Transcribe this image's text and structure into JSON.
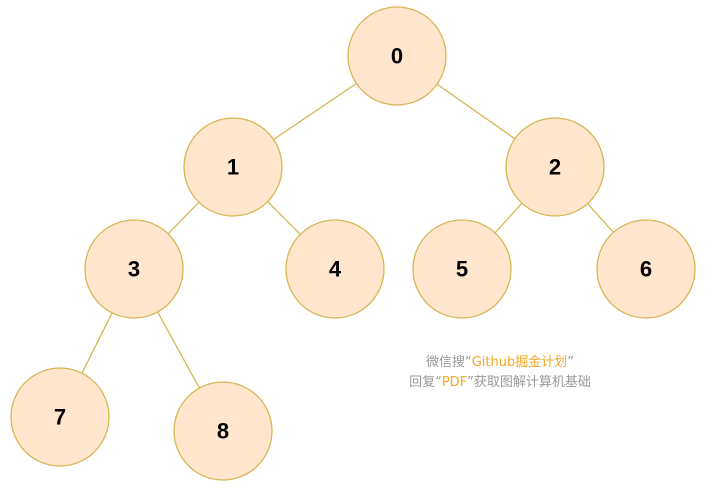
{
  "tree": {
    "nodes": [
      {
        "id": "0",
        "label": "0"
      },
      {
        "id": "1",
        "label": "1"
      },
      {
        "id": "2",
        "label": "2"
      },
      {
        "id": "3",
        "label": "3"
      },
      {
        "id": "4",
        "label": "4"
      },
      {
        "id": "5",
        "label": "5"
      },
      {
        "id": "6",
        "label": "6"
      },
      {
        "id": "7",
        "label": "7"
      },
      {
        "id": "8",
        "label": "8"
      }
    ],
    "edges": [
      [
        "0",
        "1"
      ],
      [
        "0",
        "2"
      ],
      [
        "1",
        "3"
      ],
      [
        "1",
        "4"
      ],
      [
        "2",
        "5"
      ],
      [
        "2",
        "6"
      ],
      [
        "3",
        "7"
      ],
      [
        "3",
        "8"
      ]
    ],
    "colors": {
      "node_fill": "#ffe6cc",
      "node_stroke": "#d6b656",
      "edge": "#d6b656",
      "label": "#000000"
    }
  },
  "watermark": {
    "line1_prefix": "微信搜“",
    "line1_highlight": "Github掘金计划",
    "line1_suffix": "”",
    "line2_prefix": "回复“",
    "line2_highlight": "PDF",
    "line2_suffix": "”获取图解计算机基础",
    "text_color": "#9a9a9a",
    "highlight_color": "#f5a623"
  }
}
